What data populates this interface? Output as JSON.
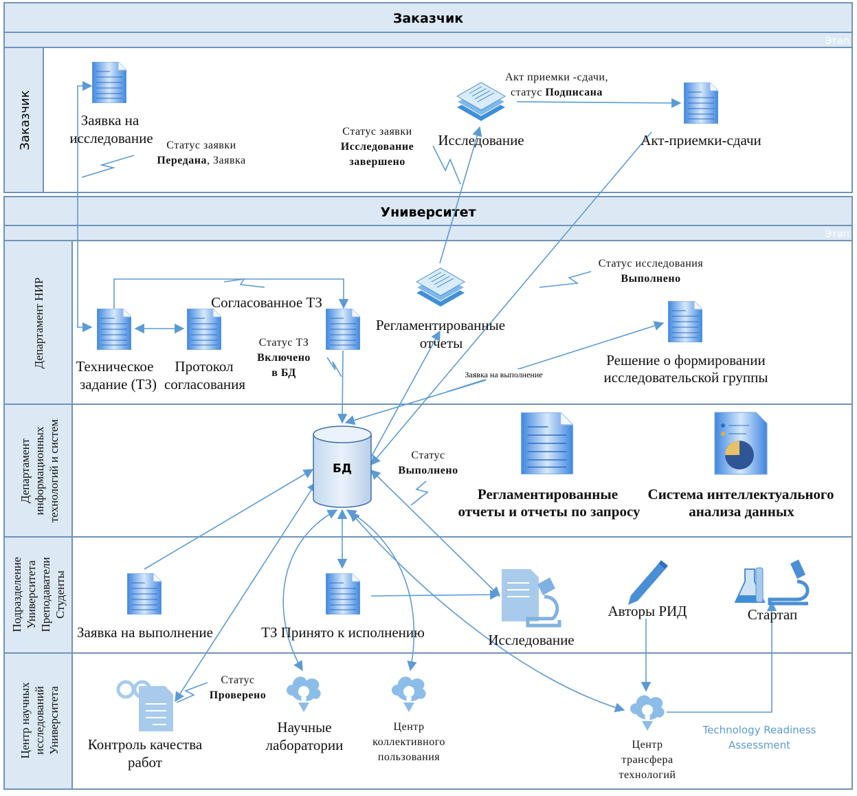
{
  "pools": [
    {
      "title": "Заказчик",
      "stage_label": "Этап"
    },
    {
      "title": "Университет",
      "stage_label": "Этап"
    }
  ],
  "lanes": {
    "customer": "Заказчик",
    "nir": "Департамент  НИР",
    "it": [
      "Департамент",
      "информационных",
      "технологий и систем"
    ],
    "units": [
      "Подразделение",
      "Университета",
      "Преподаватели",
      "Студенты"
    ],
    "center": [
      "Центр научных",
      "исследований",
      "Университета"
    ]
  },
  "nodes": {
    "request_research": [
      "Заявка на",
      "исследование"
    ],
    "research_top": "Исследование",
    "act": "Акт-приемки-сдачи",
    "tz": [
      "Техническое",
      "задание (ТЗ)"
    ],
    "protocol": [
      "Протокол",
      "согласования"
    ],
    "agreed_tz": "Согласованное ТЗ",
    "reg_reports": [
      "Регламентированные",
      "отчеты"
    ],
    "decision": [
      "Решение о формировании",
      "исследовательской группы"
    ],
    "db": "БД",
    "reg_reports_query": [
      "Регламентированные",
      "отчеты и  отчеты по запросу"
    ],
    "bi_system": [
      "Система интеллектуального",
      "анализа данных"
    ],
    "request_exec": "Заявка на выполнение",
    "tz_accepted": "ТЗ Принято к исполнению",
    "research_bottom": "Исследование",
    "authors": "Авторы РИД",
    "startup": "Стартап",
    "quality": [
      "Контроль качества",
      "работ"
    ],
    "labs": [
      "Научные",
      "лаборатории"
    ],
    "shared_center": [
      "Центр",
      "коллективного",
      "пользования"
    ],
    "transfer_center": [
      "Центр",
      "трансфера",
      "технологий"
    ],
    "trl": [
      "Technology Readiness",
      "Assessment"
    ]
  },
  "annotations": {
    "status_sent": {
      "line1": "Статус заявки",
      "bold": "Передана",
      "rest": ", Заявка"
    },
    "status_done": [
      "Статус заявки",
      "Исследование",
      "завершено"
    ],
    "act_signed": {
      "line1": "Акт приемки -сдачи,",
      "prefix": "статус ",
      "bold": "Подписана"
    },
    "tz_in_db": [
      "Статус ТЗ",
      "Включено",
      "в БД"
    ],
    "research_status": [
      "Статус исследования",
      "Выполнено"
    ],
    "request_exec_small": "Заявка на выполнение",
    "status_completed": [
      "Статус",
      "Выполнено"
    ],
    "status_checked": [
      "Статус",
      "Проверено"
    ]
  },
  "colors": {
    "accent": "#5b9bd5",
    "lane_fill": "#dce9f5",
    "border": "#6f93b8",
    "trl_text": "#5b9bd5"
  }
}
